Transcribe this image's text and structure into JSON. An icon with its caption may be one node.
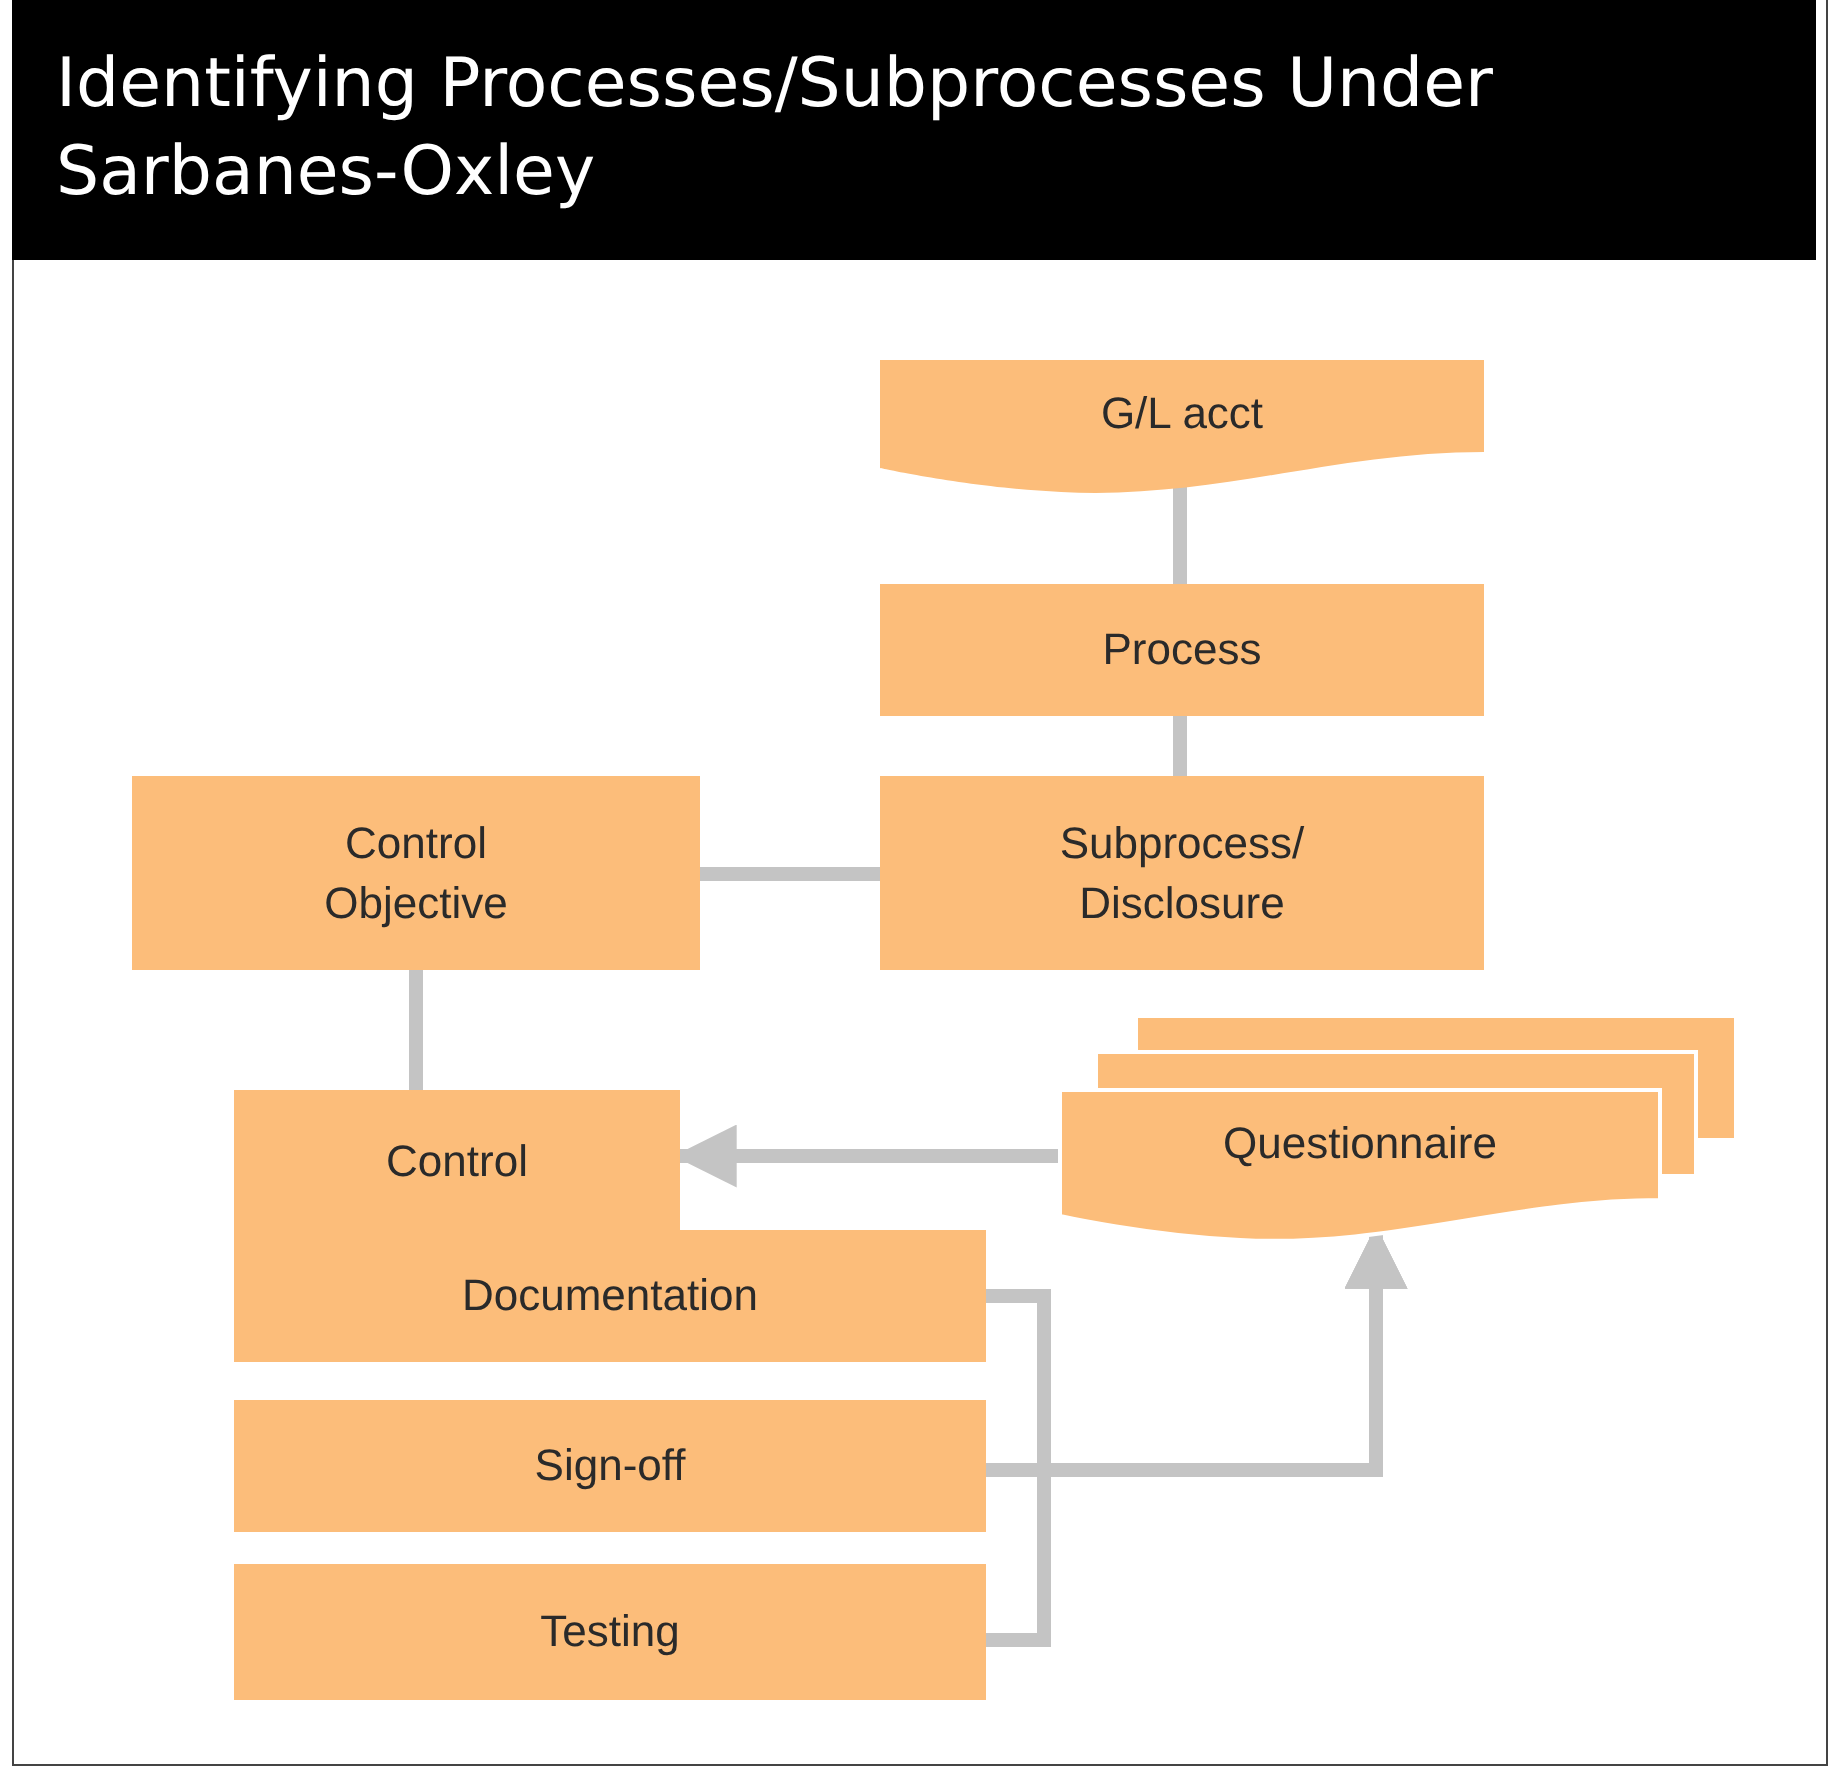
{
  "diagram": {
    "title": "Identifying Processes/Subprocesses Under Sarbanes-Oxley",
    "nodes": [
      {
        "text": [
          "G/L acct"
        ]
      },
      {
        "text": [
          "Process"
        ]
      },
      {
        "text": [
          "Control Objective"
        ]
      },
      {
        "text": [
          "Subprocess/ Disclosure"
        ]
      },
      {
        "text": [
          "Control"
        ]
      },
      {
        "text": [
          "Documentation"
        ]
      },
      {
        "text": [
          "Questionnaire"
        ]
      },
      {
        "text": [
          "Sign-off"
        ]
      },
      {
        "text": [
          "Testing"
        ]
      }
    ],
    "edges": [
      {
        "from": 0,
        "to": 1,
        "arrow": "none"
      },
      {
        "from": 1,
        "to": 3,
        "arrow": "none"
      },
      {
        "from": 2,
        "to": 3,
        "arrow": "none"
      },
      {
        "from": 2,
        "to": 4,
        "arrow": "none"
      },
      {
        "from": 6,
        "to": 4,
        "arrow": "to"
      },
      {
        "from": 5,
        "to": 6,
        "arrow": "to"
      },
      {
        "from": 7,
        "to": 6,
        "arrow": "to"
      },
      {
        "from": 8,
        "to": 6,
        "arrow": "to"
      }
    ]
  }
}
